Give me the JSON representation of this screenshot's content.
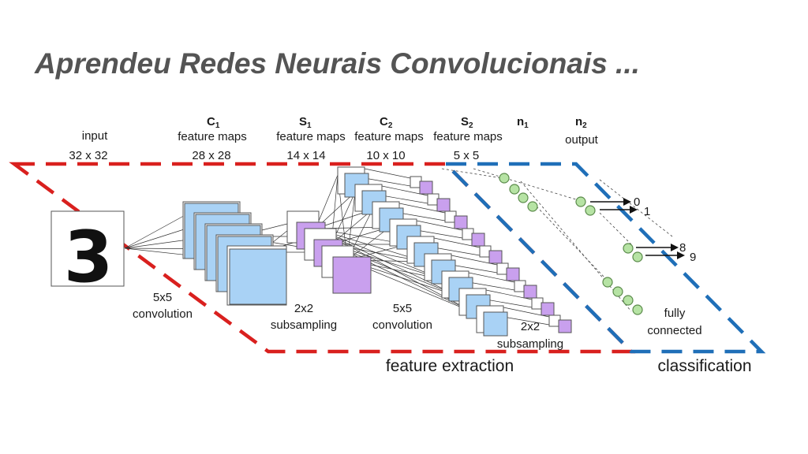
{
  "slide": {
    "title": "Aprendeu Redes Neurais Convolucionais ..."
  },
  "diagram": {
    "layers": {
      "input": {
        "name": "input",
        "size": "32 x 32"
      },
      "c1": {
        "letter": "C",
        "subscript": "1",
        "kind": "feature maps",
        "size": "28 x 28"
      },
      "s1": {
        "letter": "S",
        "subscript": "1",
        "kind": "feature maps",
        "size": "14 x 14"
      },
      "c2": {
        "letter": "C",
        "subscript": "2",
        "kind": "feature maps",
        "size": "10 x 10"
      },
      "s2": {
        "letter": "S",
        "subscript": "2",
        "kind": "feature maps",
        "size": "5 x 5"
      },
      "n1": {
        "letter": "n",
        "subscript": "1"
      },
      "n2": {
        "letter": "n",
        "subscript": "2",
        "kind": "output"
      }
    },
    "operations": {
      "conv1": {
        "line1": "5x5",
        "line2": "convolution"
      },
      "sub1": {
        "line1": "2x2",
        "line2": "subsampling"
      },
      "conv2": {
        "line1": "5x5",
        "line2": "convolution"
      },
      "sub2": {
        "line1": "2x2",
        "line2": "subsampling"
      },
      "fc": {
        "line1": "fully",
        "line2": "connected"
      }
    },
    "outputs": {
      "o0": "0",
      "o1": "1",
      "o8": "8",
      "o9": "9"
    },
    "input_digit": "3",
    "sections": {
      "extraction": "feature extraction",
      "classification": "classification"
    },
    "colors": {
      "extraction_border": "#d9201e",
      "classification_border": "#1f6fb8",
      "conv_map": "#a9d2f5",
      "pool_map": "#c9a0ee",
      "neuron": "#b6e3a4"
    }
  }
}
